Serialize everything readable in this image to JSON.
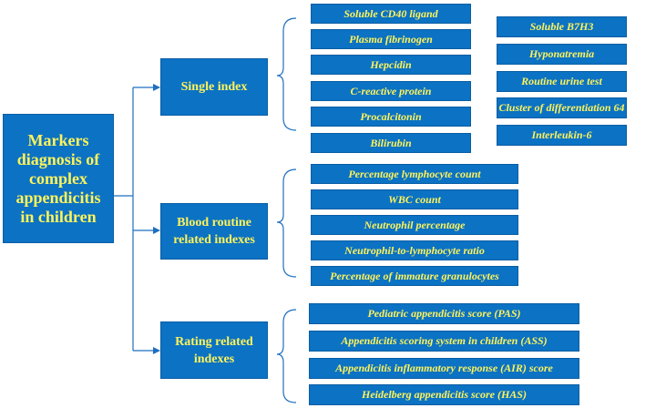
{
  "root": {
    "label": "Markers diagnosis of complex appendicitis in children"
  },
  "categories": [
    {
      "label": "Single index",
      "items_left": [
        "Soluble CD40 ligand",
        "Plasma fibrinogen",
        "Hepcidin",
        "C-reactive protein",
        "Procalcitonin",
        "Bilirubin"
      ],
      "items_right": [
        "Soluble B7H3",
        "Hyponatremia",
        "Routine urine test",
        "Cluster of differentiation 64",
        "Interleukin-6"
      ]
    },
    {
      "label": "Blood routine related indexes",
      "items_left": [
        "Percentage lymphocyte count",
        "WBC count",
        "Neutrophil percentage",
        "Neutrophil-to-lymphocyte  ratio",
        "Percentage of immature granulocytes"
      ]
    },
    {
      "label": "Rating related indexes",
      "items_left": [
        "Pediatric appendicitis score (PAS)",
        "Appendicitis scoring system in children (ASS)",
        "Appendicitis inflammatory response (AIR) score",
        "Heidelberg appendicitis score (HAS)"
      ]
    }
  ],
  "colors": {
    "box_fill": "#0b72c4",
    "box_text": "#fff35a",
    "connector": "#1f6fc0"
  }
}
